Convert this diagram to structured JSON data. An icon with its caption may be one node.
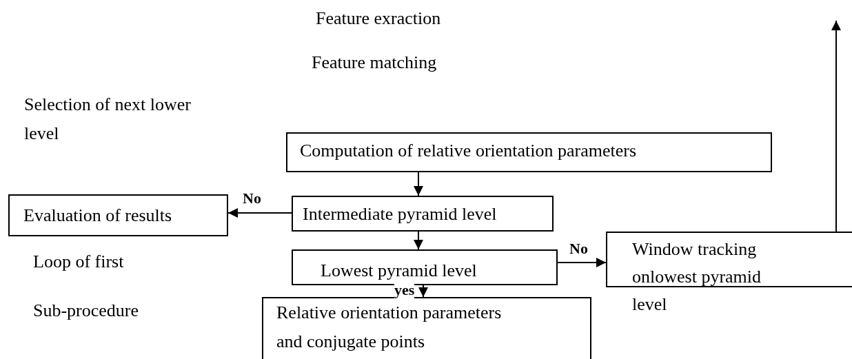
{
  "diagram": {
    "nodes": [
      {
        "text": [
          "Computation of relative orientation parameters"
        ]
      },
      {
        "text": [
          "Evaluation of results"
        ]
      },
      {
        "text": [
          "Intermediate pyramid level"
        ]
      },
      {
        "text": [
          "Lowest pyramid level"
        ]
      },
      {
        "text": [
          "Window tracking onlowest pyramid level"
        ]
      },
      {
        "text": [
          "Relative orientation parameters and conjugate points"
        ]
      }
    ],
    "edges": [
      {
        "from": 0,
        "to": 2,
        "arrow": "to"
      },
      {
        "from": 2,
        "to": 3,
        "arrow": "to"
      },
      {
        "from": 3,
        "to": 5,
        "arrow": "to",
        "label": "yes"
      },
      {
        "from": 2,
        "to": 1,
        "arrow": "to",
        "label": "No"
      },
      {
        "from": 3,
        "to": 4,
        "arrow": "to",
        "label": "No"
      },
      {
        "from": 4,
        "to": null,
        "arrow": "to"
      }
    ],
    "labels": [
      "Feature exraction",
      "Feature matching",
      "Selection of next lower level",
      "Loop of first",
      "Sub-procedure"
    ]
  }
}
